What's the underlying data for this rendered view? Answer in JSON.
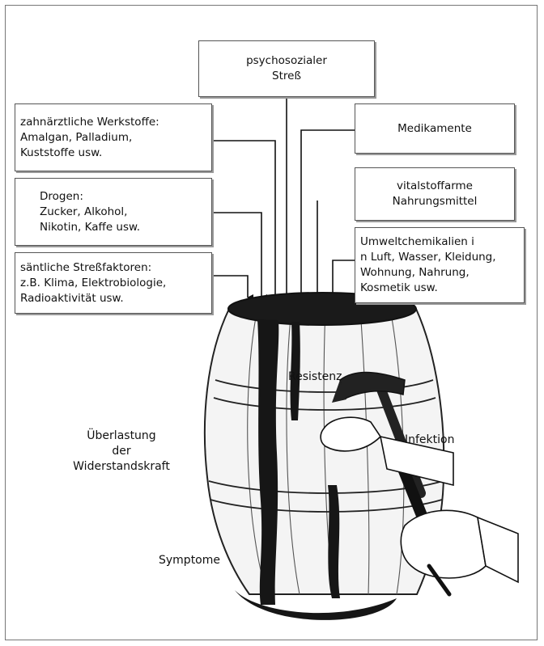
{
  "boxes": {
    "stress": [
      "psychosozialer",
      "Streß"
    ],
    "dental": [
      "zahnärztliche Werkstoffe:",
      "Amalgan, Palladium,",
      "Kuststoffe usw."
    ],
    "medication": [
      "Medikamente"
    ],
    "drugs": [
      "Drogen:",
      "Zucker, Alkohol,",
      "Nikotin, Kaffe usw."
    ],
    "nutrition": [
      "vitalstoffarme",
      "Nahrungsmittel"
    ],
    "stressors": [
      "säntliche Streßfaktoren:",
      "z.B. Klima, Elektrobiologie,",
      "Radioaktivität usw."
    ],
    "chemicals": [
      "Umweltchemikalien i",
      "n Luft, Wasser, Kleidung,",
      "Wohnung, Nahrung,",
      "Kosmetik usw."
    ]
  },
  "labels": {
    "resistance": "Resistenz",
    "overload": [
      "Überlastung",
      "der",
      "Widerstandskraft"
    ],
    "infection": "Infektion",
    "symptoms": "Symptome"
  },
  "colors": {
    "ink": "#111111",
    "barrel": "#f4f4f4",
    "liquid": "#161616"
  }
}
